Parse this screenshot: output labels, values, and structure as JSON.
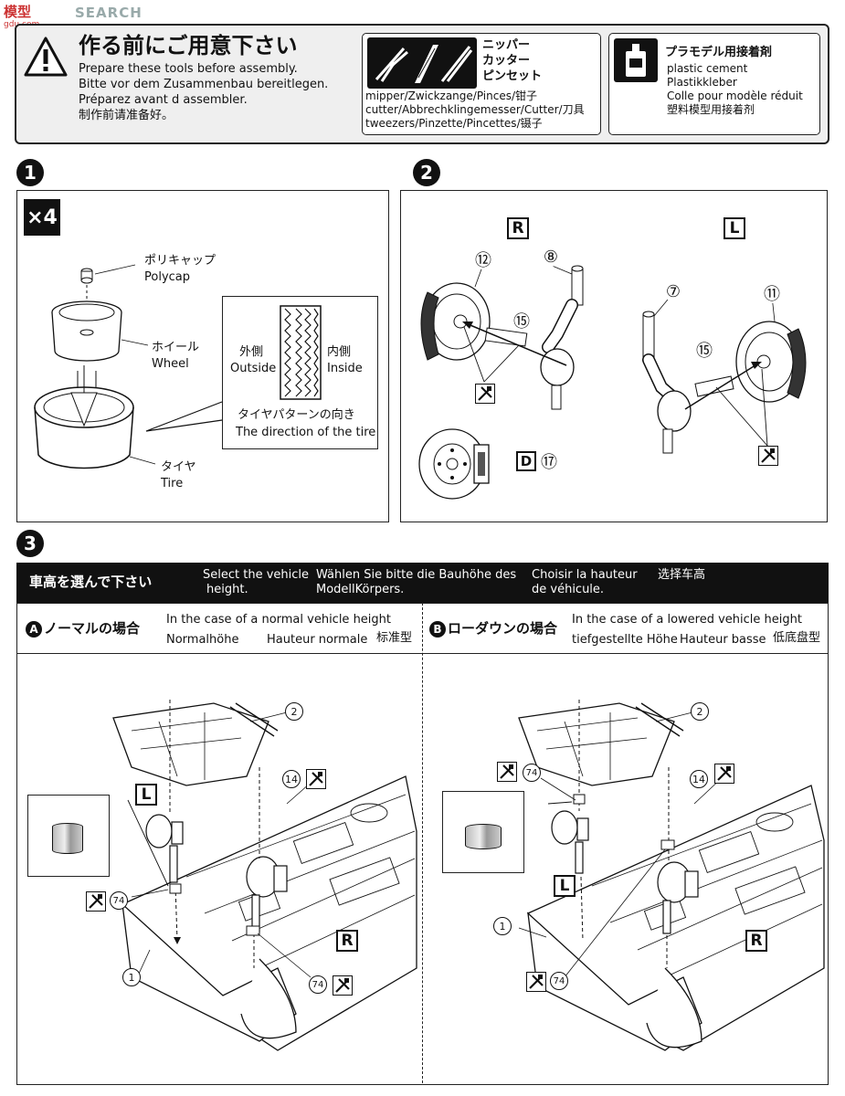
{
  "watermark": {
    "brand": "模型",
    "search": "SEARCH",
    "site": "gdu.com"
  },
  "header": {
    "title_jp": "作る前にご用意下さい",
    "lines": [
      "Prepare these tools before assembly.",
      "Bitte vor dem Zusammenbau bereitlegen.",
      "Préparez avant d assembler.",
      "制作前请准备好。"
    ],
    "tools_jp": [
      "ニッパー",
      "カッター",
      "ピンセット"
    ],
    "tools_lines": [
      "mipper/Zwickzange/Pinces/钳子",
      "cutter/Abbrechklingemesser/Cutter/刀具",
      "tweezers/Pinzette/Pincettes/镊子"
    ],
    "cement_jp": "プラモデル用接着剤",
    "cement_lines": [
      "plastic cement",
      "Plastikkleber",
      "Colle pour modèle réduit",
      "塑料模型用接着剂"
    ]
  },
  "step1": {
    "number": "1",
    "multiplier": "×4",
    "polycap_jp": "ポリキャップ",
    "polycap": "Polycap",
    "wheel_jp": "ホイール",
    "wheel": "Wheel",
    "tire_jp": "タイヤ",
    "tire": "Tire",
    "outside_jp": "外側",
    "outside": "Outside",
    "inside_jp": "内側",
    "inside": "Inside",
    "direction_jp": "タイヤパターンの向き",
    "direction": "The direction of the tire"
  },
  "step2": {
    "number": "2",
    "right": "R",
    "left": "L",
    "parts_r": [
      "⑫",
      "⑧",
      "⑮"
    ],
    "parts_l": [
      "⑦",
      "⑪",
      "⑮"
    ],
    "decal_letter": "D",
    "decal_part": "⑰"
  },
  "step3": {
    "number": "3",
    "bar": {
      "jp": "車高を選んで下さい",
      "en": [
        "Select the vehicle",
        "height."
      ],
      "de": [
        "Wählen Sie bitte die Bauhöhe des",
        "ModellKörpers."
      ],
      "fr": [
        "Choisir la hauteur",
        "de véhicule."
      ],
      "cn": "选择车高"
    },
    "optA": {
      "badge": "A",
      "jp": "ノーマルの場合",
      "en": "In the case of a normal vehicle height",
      "de": "Normalhöhe",
      "fr": "Hauteur normale",
      "cn": "标准型"
    },
    "optB": {
      "badge": "B",
      "jp": "ローダウンの場合",
      "en": "In the case of a lowered vehicle height",
      "de": "tiefgestellte Höhe",
      "fr": "Hauteur basse",
      "cn": "低底盘型"
    },
    "labels": {
      "part2": "2",
      "part14": "14",
      "part74": "74",
      "part1": "1",
      "left": "L",
      "right": "R"
    }
  }
}
